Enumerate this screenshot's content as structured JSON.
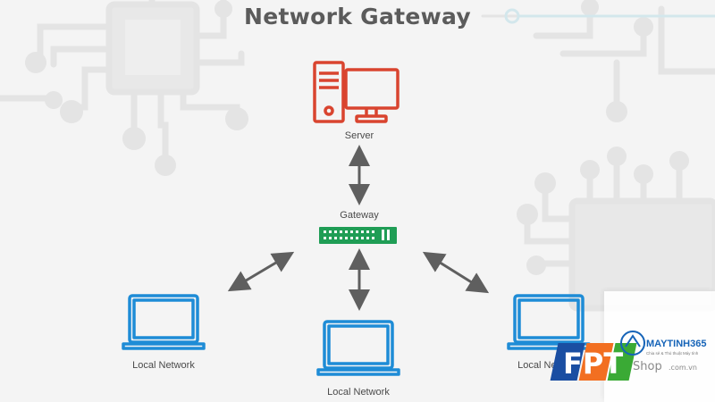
{
  "title": "Network Gateway",
  "nodes": {
    "server": {
      "label": "Server",
      "color": "#d9442f"
    },
    "gateway": {
      "label": "Gateway",
      "color": "#1f9d55"
    },
    "local_left": {
      "label": "Local Network",
      "color": "#1e8cd6"
    },
    "local_center": {
      "label": "Local Network",
      "color": "#1e8cd6"
    },
    "local_right": {
      "label": "Local Network",
      "color": "#1e8cd6"
    }
  },
  "colors": {
    "background": "#f4f4f4",
    "circuit": "#e4e4e4",
    "arrow": "#5f5f5f",
    "title": "#5b5b5b"
  },
  "watermark": {
    "brand": "MAYTINH365",
    "tagline": "Chia sẻ & Thủ thuật Máy tính",
    "shop_text": "Shop",
    "shop_domain": ".com.vn",
    "fpt_letters": "FPT",
    "colors": {
      "fpt_blue": "#1a4ea2",
      "fpt_orange": "#f26f21",
      "fpt_green": "#3aaa35",
      "brand_blue": "#1664b8"
    }
  }
}
